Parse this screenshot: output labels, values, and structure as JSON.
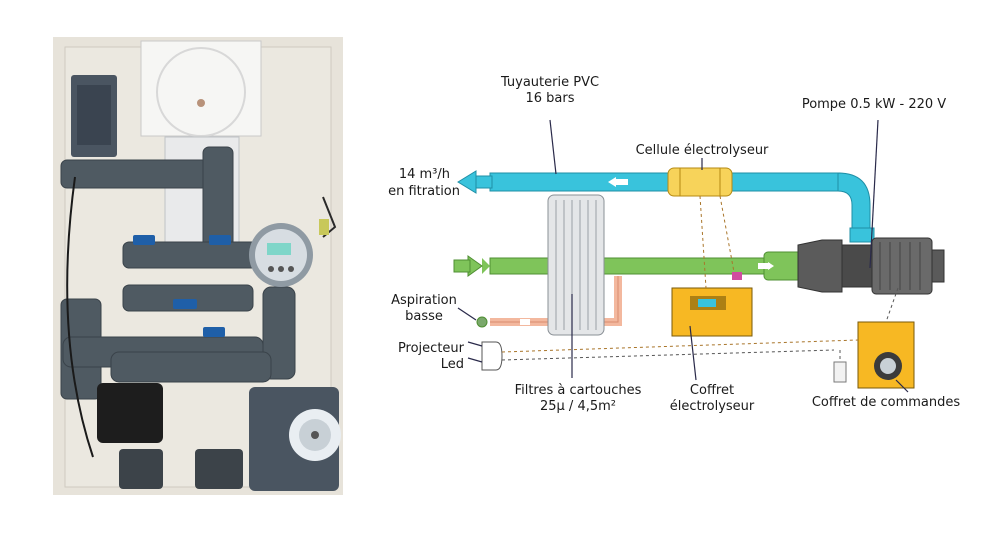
{
  "diagram": {
    "labels": {
      "tuyauterie_line1": "Tuyauterie PVC",
      "tuyauterie_line2": "16 bars",
      "pompe": "Pompe 0.5 kW - 220 V",
      "cellule": "Cellule électrolyseur",
      "debit_line1": "14 m³/h",
      "debit_line2": "en fitration",
      "aspiration_line1": "Aspiration",
      "aspiration_line2": "basse",
      "projecteur": "Projecteur",
      "led": "Led",
      "filtres_line1": "Filtres à cartouches",
      "filtres_line2": "25µ / 4,5m²",
      "coffret_electro_line1": "Coffret",
      "coffret_electro_line2": "électrolyseur",
      "coffret_commandes": "Coffret de commandes"
    },
    "colors": {
      "return_pipe": "#39c3dc",
      "suction_pipe": "#7fc45a",
      "pump": "#5b5b5b",
      "electrolyser_box": "#f7b823",
      "command_box": "#f7b823",
      "drain_pipe": "#f3b89e"
    }
  }
}
